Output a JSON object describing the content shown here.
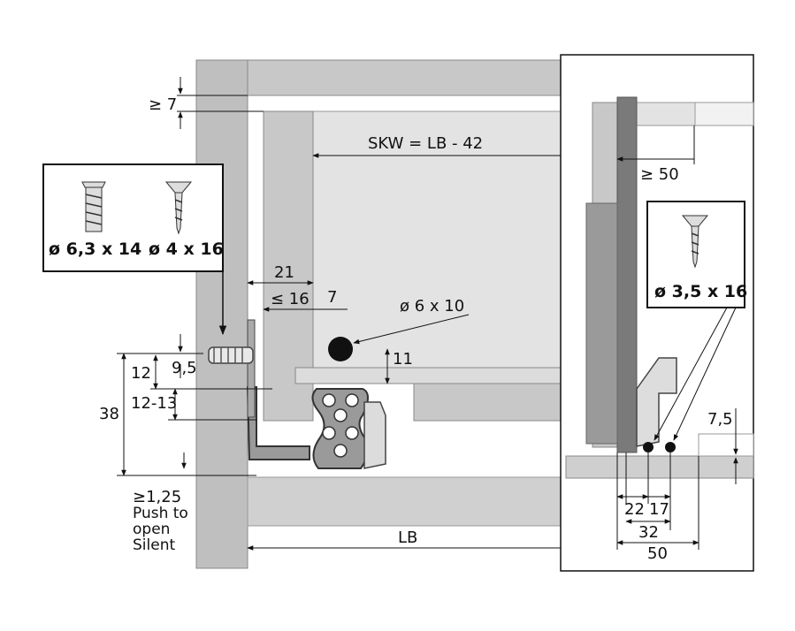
{
  "labels": {
    "skw": "SKW = LB - 42",
    "lb": "LB",
    "gap_top": "≥ 7",
    "dim_21": "21",
    "dim_16": "≤ 16",
    "dim_7": "7",
    "hole": "ø 6 x 10",
    "dim_11": "11",
    "dim_9_5": "9,5",
    "dim_12": "12",
    "dim_12_13": "12-13",
    "dim_38": "38",
    "dim_1_25": "≥1,25",
    "push_line1": "Push to",
    "push_line2": "open",
    "push_line3": "Silent",
    "dim_50_top": "≥ 50",
    "dim_7_5": "7,5",
    "dim_22": "22",
    "dim_17": "17",
    "dim_32": "32",
    "dim_50_bottom": "50"
  },
  "screws": {
    "left_a": "ø 6,3 x 14",
    "left_b": "ø 4 x 16",
    "right": "ø 3,5 x 16"
  },
  "colors": {
    "cabinet_side": "#bfbfbf",
    "panel_light": "#e3e3e3",
    "drawer_side": "#c8c8c8",
    "front_dark": "#7a7a7a",
    "runner": "#9a9a9a"
  }
}
